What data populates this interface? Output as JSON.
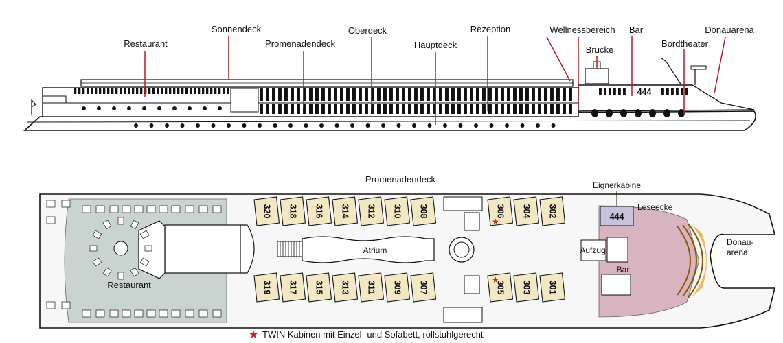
{
  "side_view": {
    "labels": {
      "restaurant": "Restaurant",
      "sonnendeck": "Sonnendeck",
      "promenadendeck": "Promenadendeck",
      "oberdeck": "Oberdeck",
      "hauptdeck": "Hauptdeck",
      "rezeption": "Rezeption",
      "wellnessbereich": "Wellnessbereich",
      "bar": "Bar",
      "bruecke": "Brücke",
      "bordtheater": "Bordtheater",
      "donauarena": "Donauarena"
    }
  },
  "deck_plan": {
    "title": "Promenadendeck",
    "upper_cabins": [
      "320",
      "318",
      "316",
      "314",
      "312",
      "310",
      "308",
      "306",
      "304",
      "302"
    ],
    "lower_cabins": [
      "319",
      "317",
      "315",
      "313",
      "311",
      "309",
      "307",
      "305",
      "303",
      "301"
    ],
    "starred_cabins": [
      "306",
      "305"
    ],
    "labels": {
      "atrium": "Atrium",
      "restaurant": "Restaurant",
      "eignerkabine": "Eignerkabine",
      "eigner_number": "444",
      "leseecke": "Leseecke",
      "aufzug": "Aufzug",
      "bar": "Bar",
      "donauarena_line1": "Donau-",
      "donauarena_line2": "arena"
    }
  },
  "legend": {
    "star": "★",
    "text": "TWIN Kabinen mit Einzel- und Sofabett, rollstuhlgerecht"
  },
  "colors": {
    "line": "#111111",
    "callout": "#b71c1c",
    "cabin_fill": "#f3e8c4",
    "restaurant_fill": "#c9d3d0",
    "lounge_fill": "#d8b3c0",
    "eigner_fill": "#c8c2de",
    "star": "#c62828"
  }
}
